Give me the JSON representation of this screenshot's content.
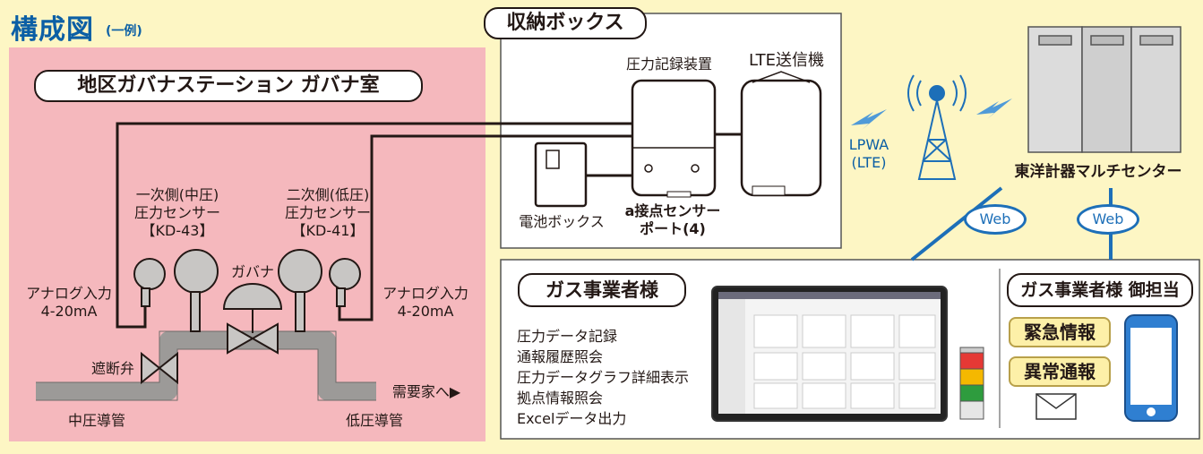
{
  "title": {
    "main": "構成図",
    "sub": "(一例)"
  },
  "station": {
    "label": "地区ガバナステーション ガバナ室"
  },
  "sensor_primary": {
    "line1": "一次側(中圧)",
    "line2": "圧力センサー",
    "model": "【KD-43】"
  },
  "sensor_secondary": {
    "line1": "二次側(低圧)",
    "line2": "圧力センサー",
    "model": "【KD-41】"
  },
  "governor": "ガバナ",
  "analog_left": {
    "line1": "アナログ入力",
    "line2": "4-20mA"
  },
  "analog_right": {
    "line1": "アナログ入力",
    "line2": "4-20mA"
  },
  "shutoff_valve": "遮断弁",
  "to_consumer": "需要家へ▶",
  "mid_pressure_pipe": "中圧導管",
  "low_pressure_pipe": "低圧導管",
  "storage_box": {
    "label": "収納ボックス",
    "pressure_recorder": "圧力記録装置",
    "lte_transmitter": "LTE送信機",
    "battery_box": "電池ボックス",
    "contact_port": {
      "line1": "a接点センサー",
      "line2": "ポート(4)"
    }
  },
  "lpwa": {
    "line1": "LPWA",
    "line2": "(LTE)"
  },
  "center": "東洋計器マルチセンター",
  "web_left": "Web",
  "web_right": "Web",
  "gas_operator": {
    "label": "ガス事業者様",
    "features": [
      "圧力データ記録",
      "通報履歴照会",
      "圧力データグラフ詳細表示",
      "拠点情報照会",
      "Excelデータ出力"
    ]
  },
  "gas_operator_staff": {
    "label": "ガス事業者様 御担当",
    "emergency": "緊急情報",
    "abnormal": "異常通報"
  },
  "colors": {
    "title_blue": "#0b5fa5",
    "station_bg": "#f5b8bd",
    "background": "#fdf6c4",
    "pipe": "#9c9a98",
    "web_line": "#1d6fb8"
  }
}
